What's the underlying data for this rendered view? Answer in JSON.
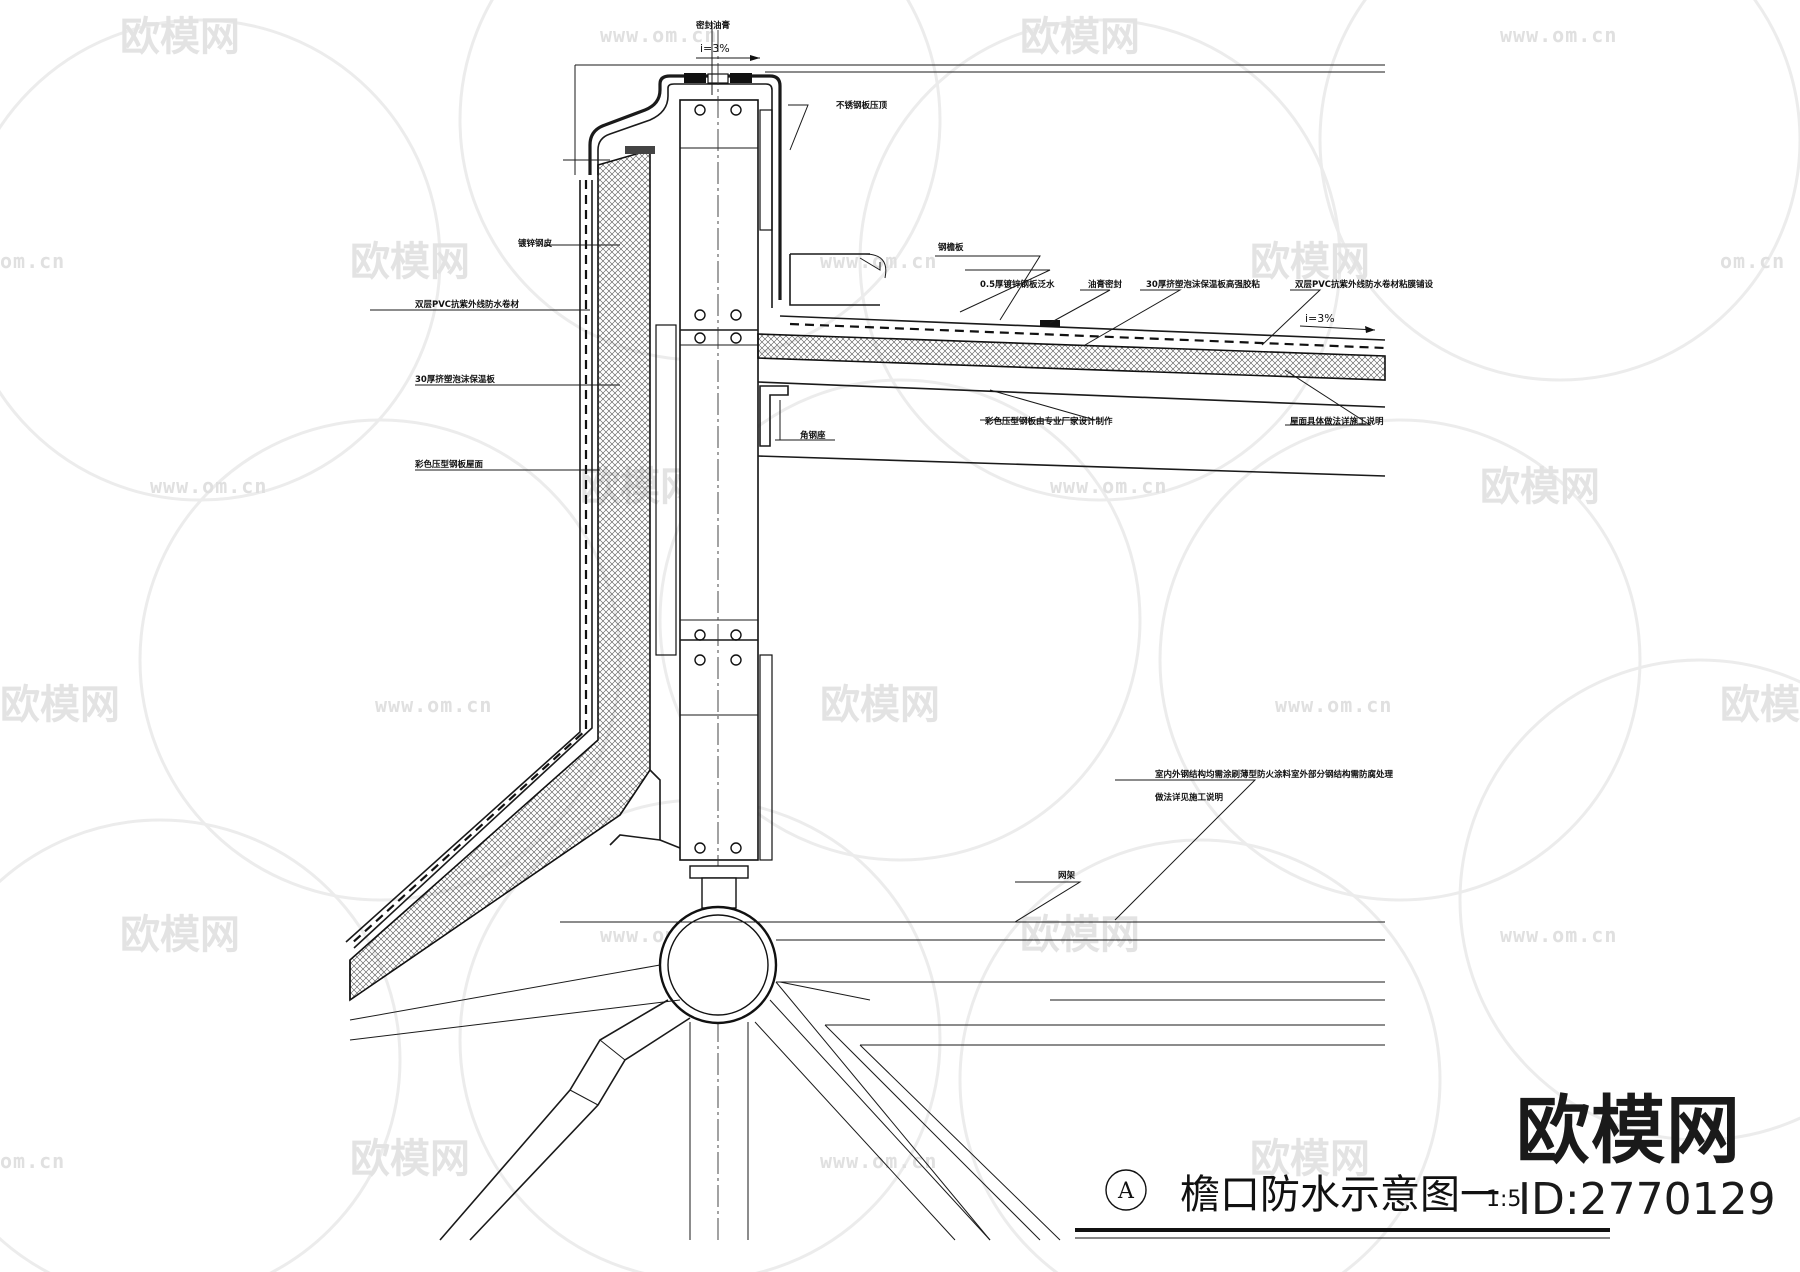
{
  "watermark": {
    "brand": "欧模网",
    "url": "www.om.cn",
    "partial_url": "om.cn",
    "partial_brand": "欧模网"
  },
  "drawing": {
    "labels": {
      "sealant_top": "密封油膏",
      "slope_top": "i=3%",
      "stainless_cap": "不锈钢板压顶",
      "steel_fascia": "镀锌钢皮",
      "steel_plate": "钢檐板",
      "flashing": "0.5厚镀锌钢板泛水",
      "sealant_mid": "油膏密封",
      "insulation_roof": "30厚挤塑泡沫保温板高强胶粘",
      "membrane_roof": "双层PVC抗紫外线防水卷材粘膜铺设",
      "slope_roof": "i=3%",
      "membrane_wall": "双层PVC抗紫外线防水卷材",
      "insulation_wall": "30厚挤塑泡沫保温板",
      "color_steel_roof": "彩色压型钢板屋面",
      "color_steel_note": "彩色压型钢板由专业厂家设计制作",
      "angle_steel": "角钢座",
      "roof_detail_note": "屋面具体做法详施工说明",
      "anticorrosion_note_1": "室内外钢结构均需涂刷薄型防火涂料室外部分钢结构需防腐处理",
      "anticorrosion_note_2": "做法详见施工说明",
      "truss": "网架"
    },
    "title_marker": "A",
    "title": "檐口防水示意图一",
    "scale": "1:5"
  },
  "corner_watermark": {
    "brand": "欧模网",
    "id": "ID:2770129"
  }
}
